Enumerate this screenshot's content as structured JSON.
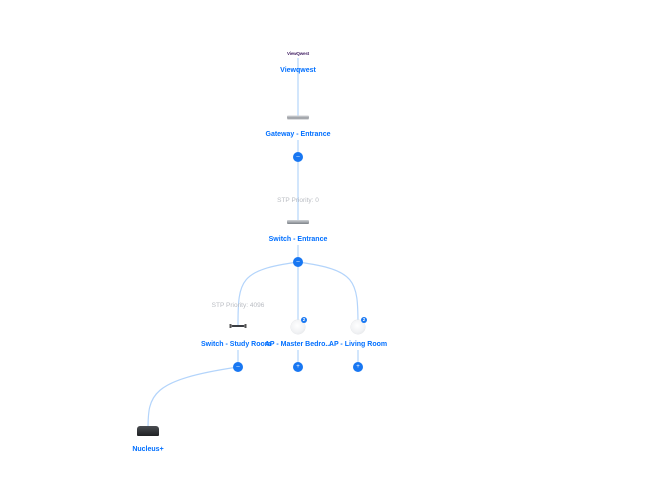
{
  "isp": {
    "logo_text": "ViewQwest",
    "label": "Viewqwest"
  },
  "gateway": {
    "label": "Gateway - Entrance"
  },
  "switch_entrance": {
    "stp": "STP Priority: 0",
    "label": "Switch - Entrance"
  },
  "switch_study": {
    "stp": "STP Priority: 4096",
    "label": "Switch - Study Room"
  },
  "ap_master": {
    "label": "AP - Master Bedro...",
    "badge": "2"
  },
  "ap_living": {
    "label": "AP - Living Room",
    "badge": "2"
  },
  "nucleus": {
    "label": "Nucleus+"
  },
  "expanders": {
    "gateway": "–",
    "switch_entrance": "–",
    "switch_study": "–",
    "ap_master": "+",
    "ap_living": "+"
  },
  "colors": {
    "accent": "#1877f2",
    "link_line": "#b3d4fb",
    "label": "#006fff",
    "stp_text": "#b9bcc2"
  },
  "icons": {
    "isp": "isp-logo-icon",
    "gateway": "gateway-device-icon",
    "switch": "switch-device-icon",
    "switch_small": "flex-mini-switch-icon",
    "ap": "access-point-icon",
    "nucleus": "nucleus-device-icon"
  }
}
